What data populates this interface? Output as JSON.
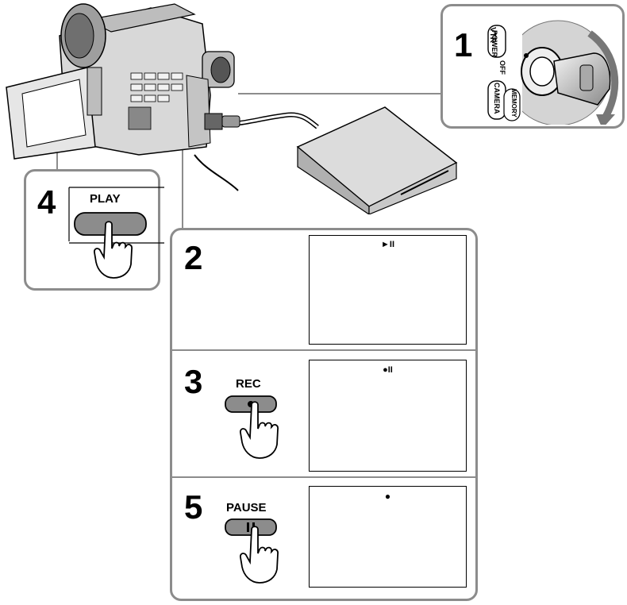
{
  "steps": {
    "s1": {
      "number": "1"
    },
    "s2": {
      "number": "2"
    },
    "s3": {
      "number": "3"
    },
    "s4": {
      "number": "4"
    },
    "s5": {
      "number": "5"
    }
  },
  "power_switch": {
    "power_label": "POWER",
    "vtr_label": "VTR",
    "off_label": "OFF",
    "camera_label": "CAMERA",
    "memory_label": "MEMORY"
  },
  "buttons": {
    "play_label": "PLAY",
    "rec_label": "REC",
    "pause_label": "PAUSE"
  },
  "screens": {
    "s2_indicator": "►II",
    "s3_indicator": "●II",
    "s5_indicator": "●"
  }
}
